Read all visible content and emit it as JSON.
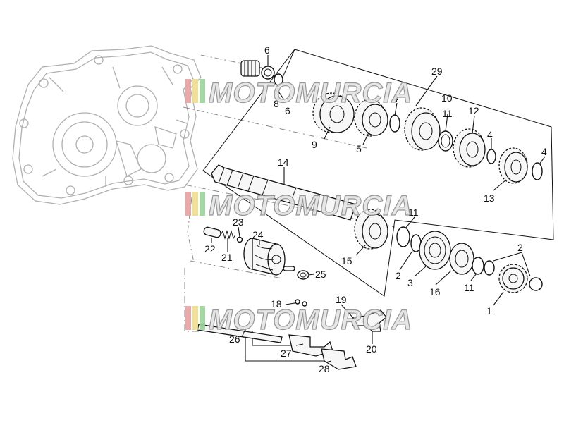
{
  "watermark": {
    "text": "MOTOMURCIA",
    "stripe_colors": [
      "#e8a0a0",
      "#f0dc8c",
      "#9cd39c"
    ]
  },
  "labels": {
    "l1": "1",
    "l2a": "2",
    "l2b": "2",
    "l3": "3",
    "l4a": "4",
    "l4b": "4",
    "l4c": "4",
    "l5": "5",
    "l6a": "6",
    "l6b": "6",
    "l8": "8",
    "l9": "9",
    "l10": "10",
    "l11a": "11",
    "l11b": "11",
    "l11c": "11",
    "l12": "12",
    "l13": "13",
    "l14": "14",
    "l15": "15",
    "l16": "16",
    "l18": "18",
    "l19": "19",
    "l20": "20",
    "l21": "21",
    "l22": "22",
    "l23": "23",
    "l24": "24",
    "l25": "25",
    "l26": "26",
    "l27": "27",
    "l28": "28",
    "l29": "29"
  }
}
